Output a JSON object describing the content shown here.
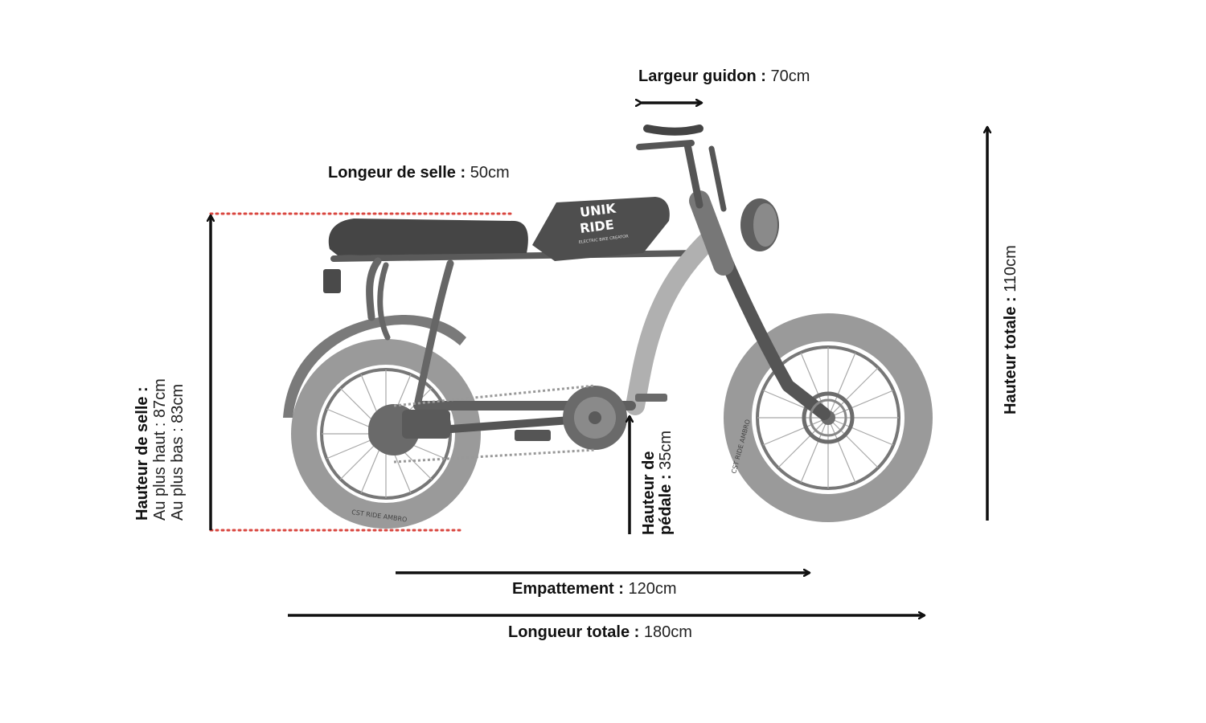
{
  "labels": {
    "handlebar": {
      "name": "Largeur guidon :",
      "value": "70cm"
    },
    "saddle_length": {
      "name": "Longeur de selle :",
      "value": "50cm"
    },
    "saddle_height": {
      "name": "Hauteur de selle :",
      "line1": "Au plus haut : 87cm",
      "line2": "Au plus bas : 83cm"
    },
    "pedal_height": {
      "name_line1": "Hauteur de",
      "name_line2": "pédale :",
      "value": "35cm"
    },
    "total_height": {
      "name": "Hauteur totale :",
      "value": "110cm"
    },
    "wheelbase": {
      "name": "Empattement :",
      "value": "120cm"
    },
    "total_length": {
      "name": "Longueur totale :",
      "value": "180cm"
    }
  },
  "bike": {
    "brand_line1": "UNIK",
    "brand_line2": "RIDE",
    "brand_tagline": "ELECTRIC BIKE CREATOR",
    "tire_text": "CST RIDE AMBRO"
  },
  "colors": {
    "dimension_line": "#111111",
    "guide_dotted": "#d9463f",
    "bike_gray": "#8c8c8c",
    "bike_dark": "#4a4a4a"
  }
}
